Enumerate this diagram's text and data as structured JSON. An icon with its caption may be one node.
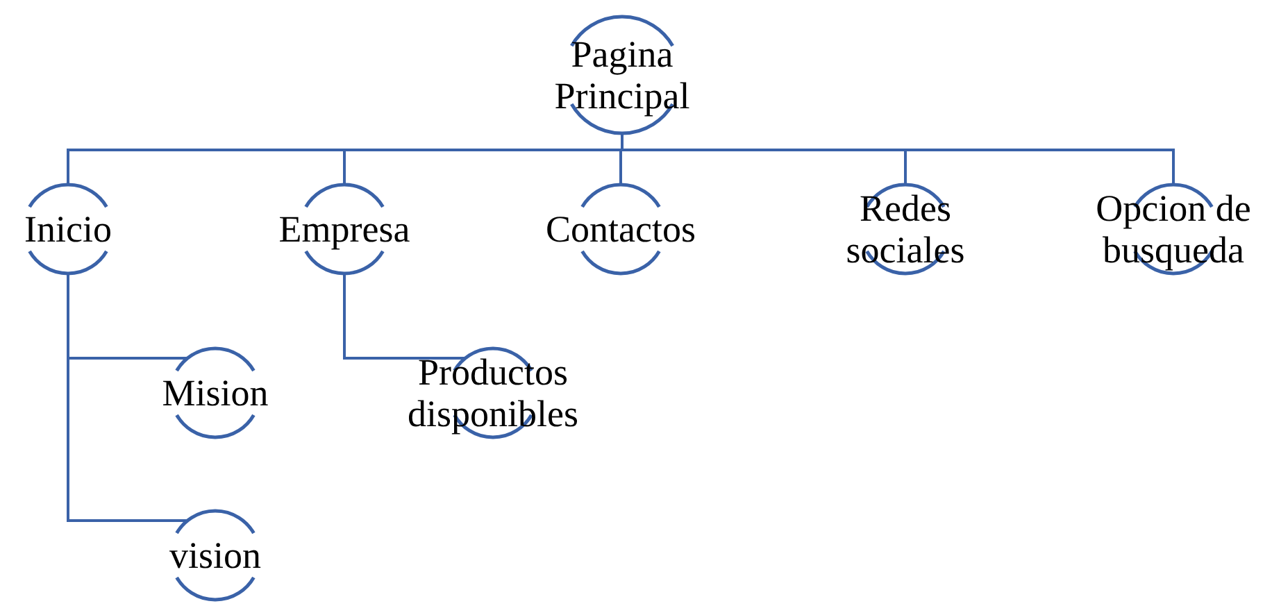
{
  "diagram": {
    "nodes": [
      {
        "text": [
          "Pagina Principal"
        ]
      },
      {
        "text": [
          "Inicio"
        ]
      },
      {
        "text": [
          "Empresa"
        ]
      },
      {
        "text": [
          "Contactos"
        ]
      },
      {
        "text": [
          "Redes sociales"
        ]
      },
      {
        "text": [
          "Opcion de busqueda"
        ]
      },
      {
        "text": [
          "Mision"
        ]
      },
      {
        "text": [
          "vision"
        ]
      },
      {
        "text": [
          "Productos disponibles"
        ]
      }
    ],
    "edges": [
      {
        "from": 0,
        "to": 1,
        "arrow": "none"
      },
      {
        "from": 0,
        "to": 2,
        "arrow": "none"
      },
      {
        "from": 0,
        "to": 3,
        "arrow": "none"
      },
      {
        "from": 0,
        "to": 4,
        "arrow": "none"
      },
      {
        "from": 0,
        "to": 5,
        "arrow": "none"
      },
      {
        "from": 1,
        "to": 6,
        "arrow": "none"
      },
      {
        "from": 1,
        "to": 7,
        "arrow": "none"
      },
      {
        "from": 2,
        "to": 8,
        "arrow": "none"
      }
    ]
  }
}
